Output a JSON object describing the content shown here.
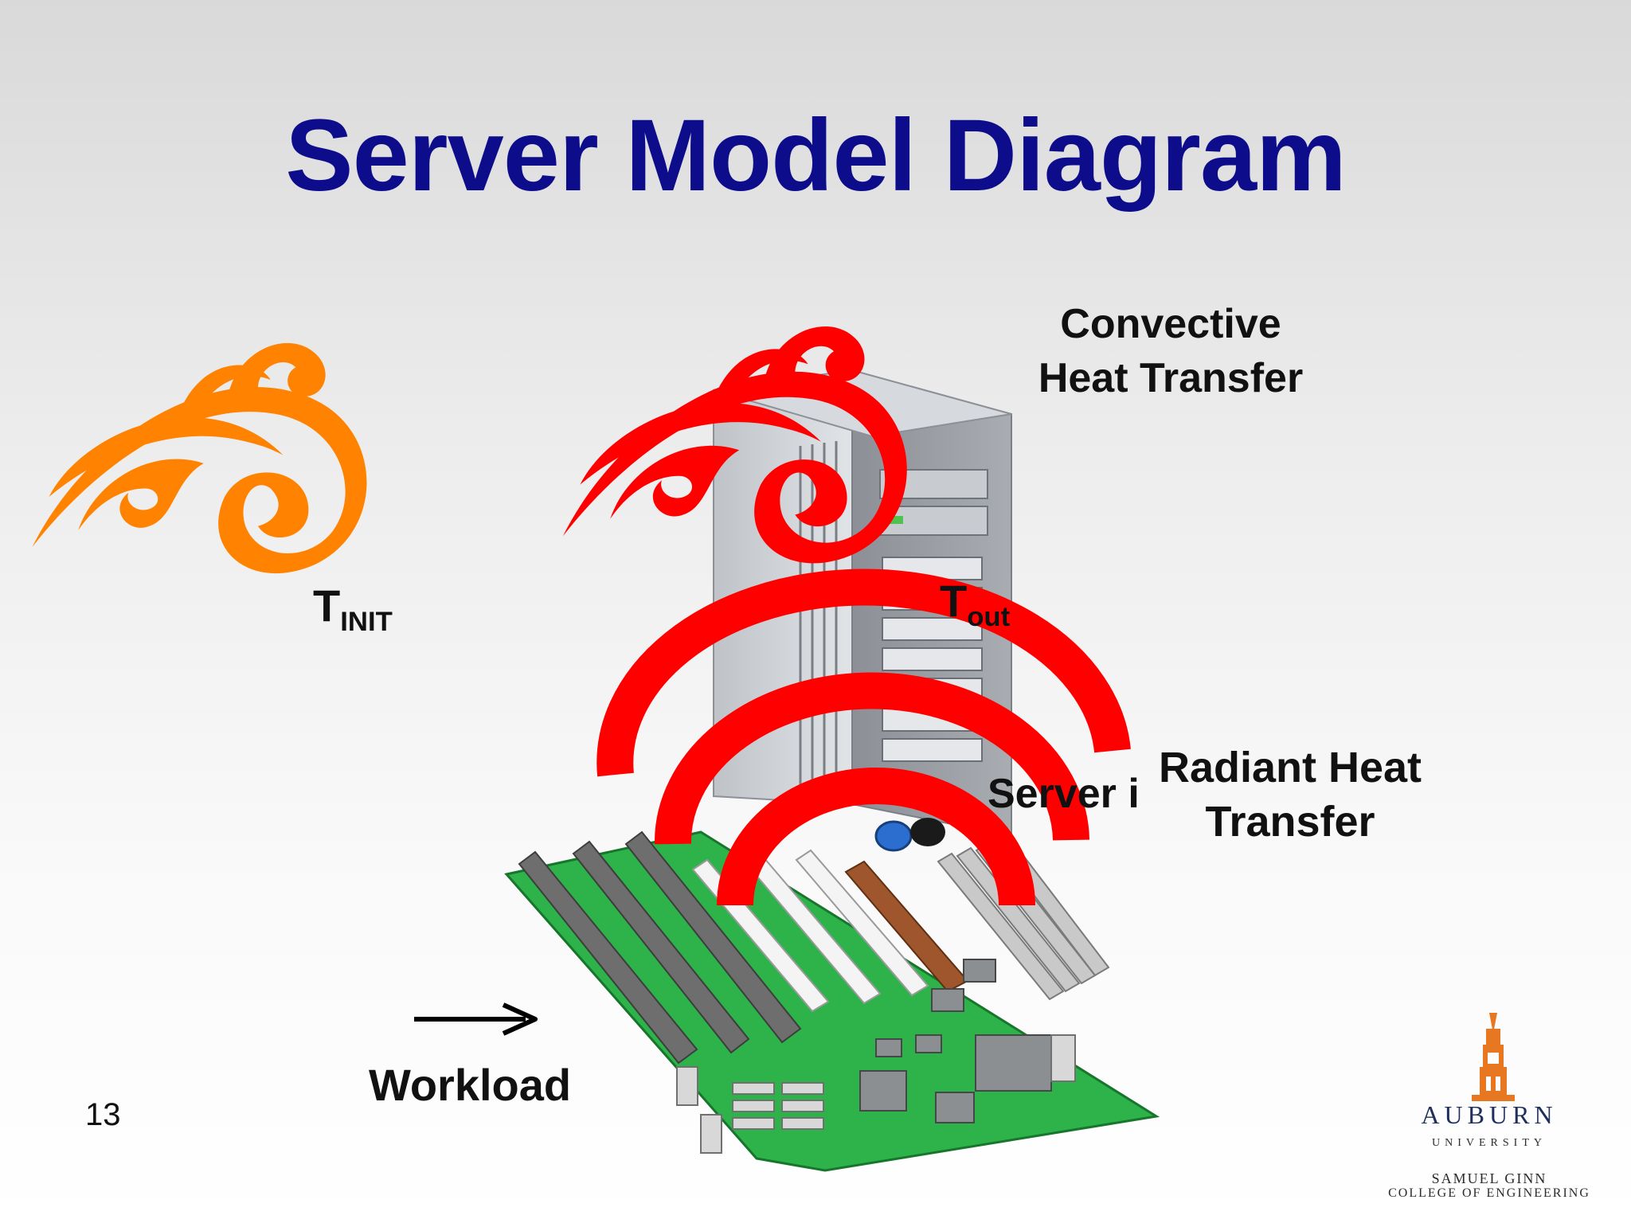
{
  "slide": {
    "title": "Server Model Diagram",
    "page_number": "13"
  },
  "labels": {
    "t_init_main": "T",
    "t_init_sub": "INIT",
    "t_out_main": "T",
    "t_out_sub": "out",
    "convective_line1": "Convective",
    "convective_line2": "Heat Transfer",
    "server_label": "Server i",
    "radiant_line1": "Radiant Heat",
    "radiant_line2": "Transfer",
    "workload": "Workload"
  },
  "logo": {
    "name": "AUBURN",
    "subtitle": "UNIVERSITY",
    "college_line1": "SAMUEL GINN",
    "college_line2": "COLLEGE OF ENGINEERING"
  },
  "colors": {
    "title": "#0d0d8c",
    "inlet_air": "#ff8200",
    "outlet_air": "#ff0000",
    "radiant_arcs": "#ff0000",
    "motherboard": "#2db34a",
    "auburn_orange": "#e87722"
  },
  "icons": {
    "inlet_air": "wind-swirl-icon",
    "outlet_air": "wind-swirl-icon",
    "server": "server-tower-icon",
    "motherboard": "motherboard-icon",
    "radiant": "heat-radiation-arcs-icon",
    "workload": "arrow-right-icon",
    "logo": "auburn-tower-logo"
  }
}
